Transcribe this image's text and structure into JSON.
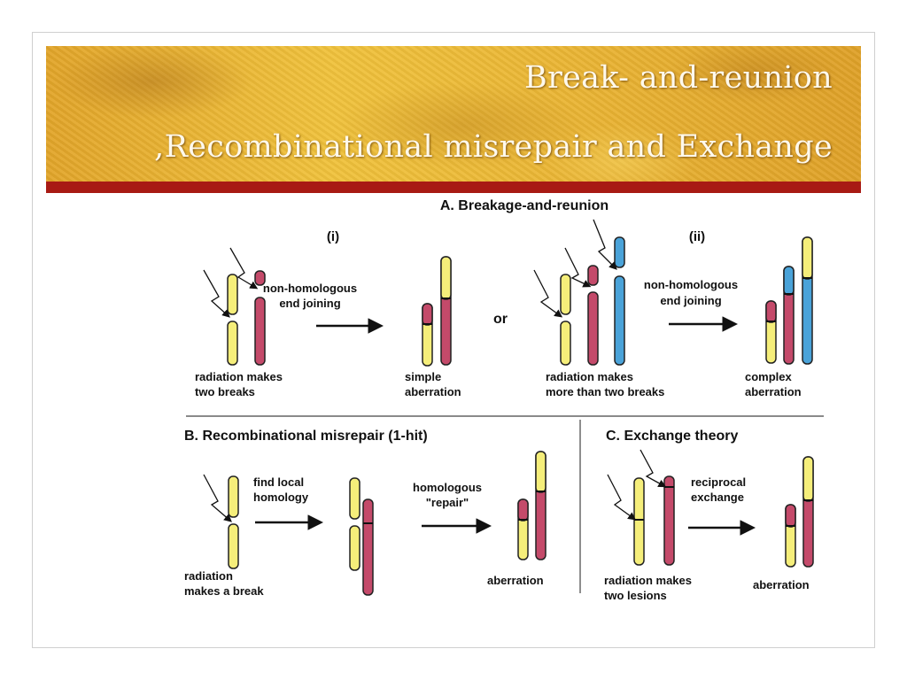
{
  "title": {
    "line1": "Break- and-reunion",
    "line2": ",Recombinational misrepair and Exchange"
  },
  "colors": {
    "banner": "#eab534",
    "accent_bar": "#a81a14",
    "chromosome_yellow": "#f5ee7a",
    "chromosome_red": "#c44a6a",
    "chromosome_blue": "#4aa3d9"
  },
  "diagram": {
    "section_a": {
      "heading": "A. Breakage-and-reunion",
      "part_i": "(i)",
      "part_ii": "(ii)",
      "or_label": "or",
      "step_i_label_1": "non-homologous",
      "step_i_label_2": "end joining",
      "step_ii_label_1": "non-homologous",
      "step_ii_label_2": "end joining",
      "cause_i_1": "radiation makes",
      "cause_i_2": "two breaks",
      "result_i_1": "simple",
      "result_i_2": "aberration",
      "cause_ii_1": "radiation makes",
      "cause_ii_2": "more than two breaks",
      "result_ii_1": "complex",
      "result_ii_2": "aberration"
    },
    "section_b": {
      "heading": "B. Recombinational misrepair (1-hit)",
      "step1_1": "find local",
      "step1_2": "homology",
      "step2_1": "homologous",
      "step2_2": "\"repair\"",
      "cause_1": "radiation",
      "cause_2": "makes a break",
      "result": "aberration"
    },
    "section_c": {
      "heading": "C. Exchange theory",
      "step_1": "reciprocal",
      "step_2": "exchange",
      "cause_1": "radiation makes",
      "cause_2": "two lesions",
      "result": "aberration"
    }
  }
}
